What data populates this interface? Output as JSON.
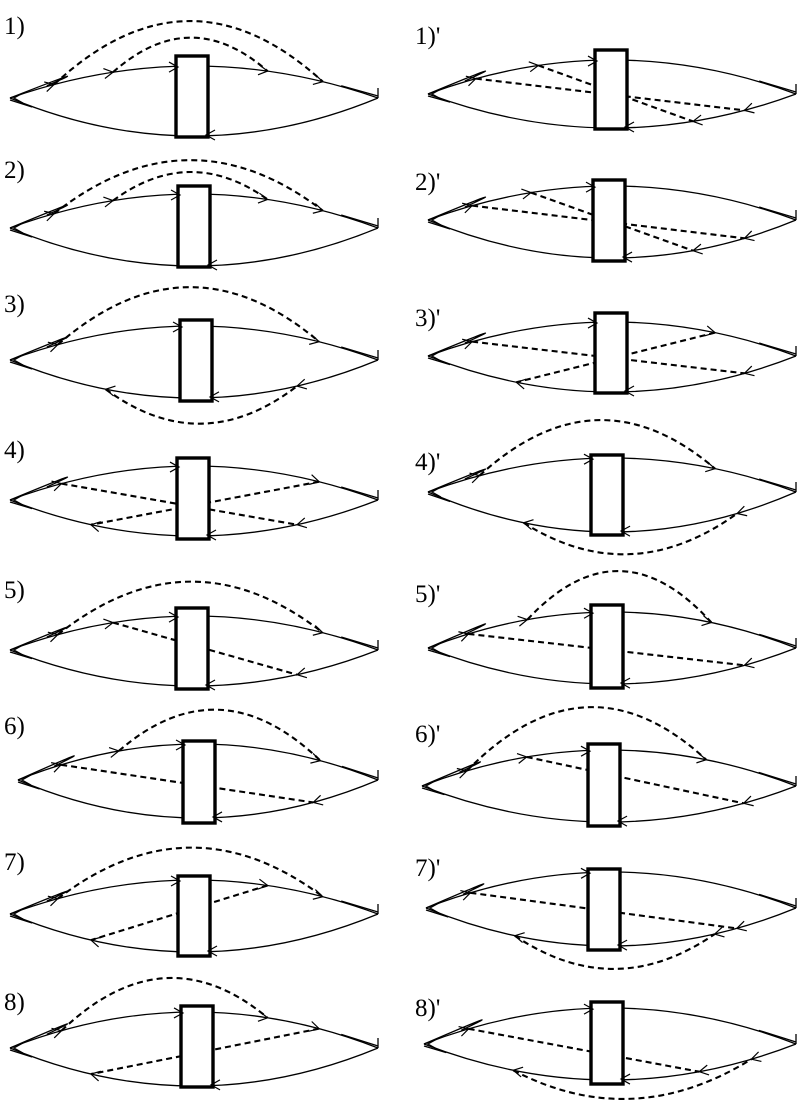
{
  "panels": [
    {
      "label": "1)"
    },
    {
      "label": "1)'"
    },
    {
      "label": "2)"
    },
    {
      "label": "2)'"
    },
    {
      "label": "3)"
    },
    {
      "label": "3)'"
    },
    {
      "label": "4)"
    },
    {
      "label": "4)'"
    },
    {
      "label": "5)"
    },
    {
      "label": "5)'"
    },
    {
      "label": "6)"
    },
    {
      "label": "6)'"
    },
    {
      "label": "7)"
    },
    {
      "label": "7)'"
    },
    {
      "label": "8)"
    },
    {
      "label": "8)'"
    }
  ]
}
